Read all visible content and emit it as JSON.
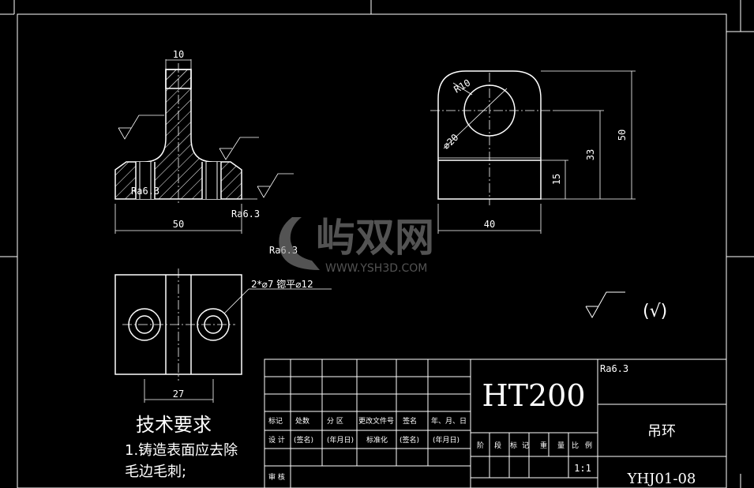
{
  "dimensions": {
    "top_width": "10",
    "base_width": "50",
    "hole_spacing": "27",
    "radius": "R10",
    "diameter": "⌀20",
    "height_total": "50",
    "height_center": "33",
    "height_base": "15",
    "side_width": "40"
  },
  "notes": {
    "roughness_left": "Ra6.3",
    "roughness_right": "Ra6.3",
    "roughness_bottom": "Ra6.3",
    "holes": "2*⌀7 锪平⌀12",
    "roughness_other": "(√)"
  },
  "tech_requirements": {
    "heading": "技术要求",
    "line1": "1.铸造表面应去除",
    "line2": "毛边毛刺;"
  },
  "watermark": {
    "brand": "屿双网",
    "url": "WWW.YSH3D.COM"
  },
  "title_block": {
    "material": "HT200",
    "part_name": "吊环",
    "drawing_no": "YHJ01-08",
    "scale": "1:1",
    "roughness": "Ra6.3",
    "row_labels": [
      "标记",
      "处数",
      "分 区",
      "更改文件号",
      "签名",
      "年、月、日"
    ],
    "design_row": [
      "设 计",
      "(签名)",
      "(年月日)",
      "标准化",
      "(签名)",
      "(年月日)"
    ],
    "review_label": "审 核",
    "stage_labels": [
      "阶",
      "段",
      "标",
      "记",
      "重",
      "量",
      "比",
      "例"
    ]
  },
  "colors": {
    "background": "#000000",
    "lines": "#ffffff",
    "watermark": "#8a8a8a"
  }
}
